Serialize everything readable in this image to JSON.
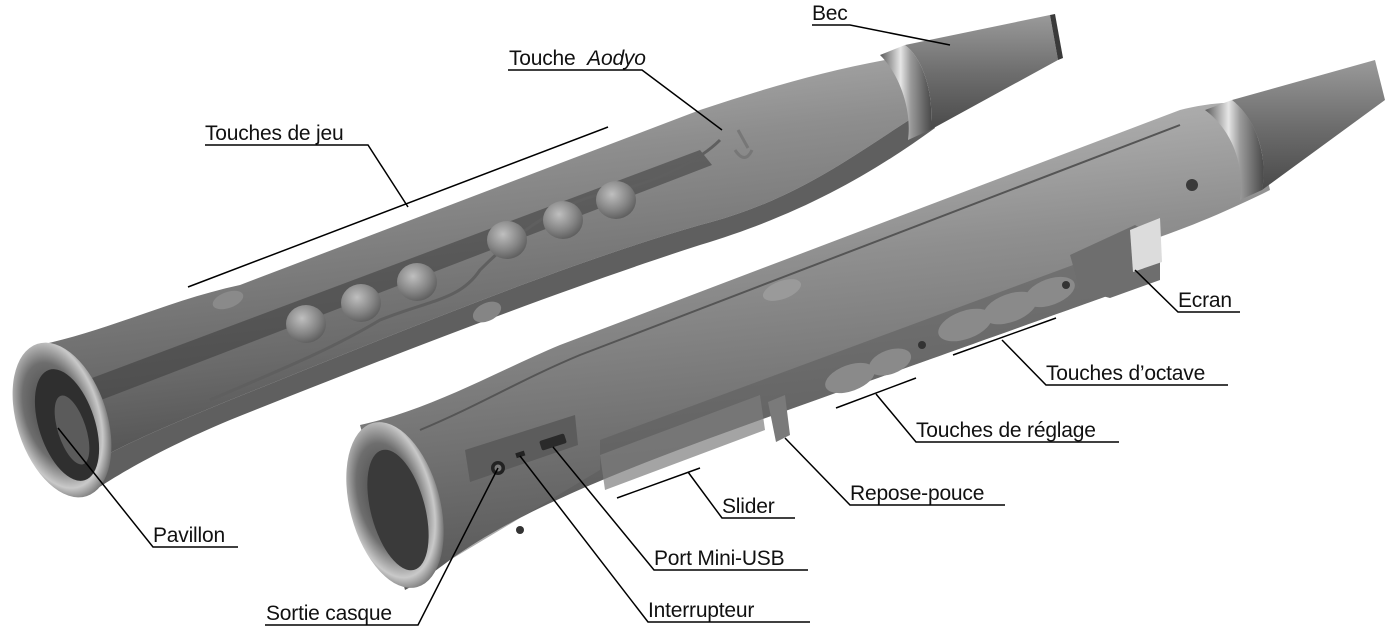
{
  "labels": {
    "bec": "Bec",
    "touche_prefix": "Touche",
    "touche_brand": "Aodyo",
    "touches_jeu": "Touches de jeu",
    "ecran": "Ecran",
    "touches_octave": "Touches d’octave",
    "touches_reglage": "Touches de réglage",
    "repose_pouce": "Repose-pouce",
    "slider": "Slider",
    "pavillon": "Pavillon",
    "port_usb": "Port Mini-USB",
    "sortie_casque": "Sortie casque",
    "interrupteur": "Interrupteur"
  },
  "colors": {
    "body_dark": "#4a4a4a",
    "body_mid": "#808080",
    "body_light": "#b9b9b9",
    "leader_line": "#000000",
    "label_text": "#111111"
  }
}
